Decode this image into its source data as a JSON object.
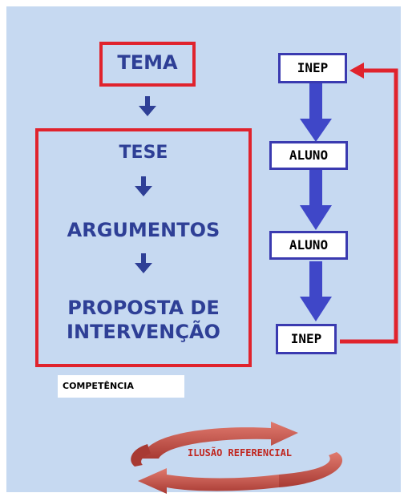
{
  "left_column": {
    "tema": "TEMA",
    "tese": "TESE",
    "argumentos": "ARGUMENTOS",
    "proposta_line1": "PROPOSTA DE",
    "proposta_line2": "INTERVENÇÃO"
  },
  "right_column": {
    "stages": [
      "INEP",
      "ALUNO",
      "ALUNO",
      "INEP"
    ]
  },
  "competencia": "COMPETÊNCIA",
  "ilusao": "ILUSÃO REFERENCIAL",
  "colors": {
    "background": "#c6d9f1",
    "box_border_red": "#e0232d",
    "text_blue": "#2e3f96",
    "arrow_blue": "#3f47c8",
    "return_arrow_red": "#e0232d",
    "swirl": "#c0453f"
  },
  "icons": {
    "down_arrow": "down-arrow-icon",
    "return_arrow": "return-arrow-icon",
    "swirl": "circular-arrows-icon"
  }
}
